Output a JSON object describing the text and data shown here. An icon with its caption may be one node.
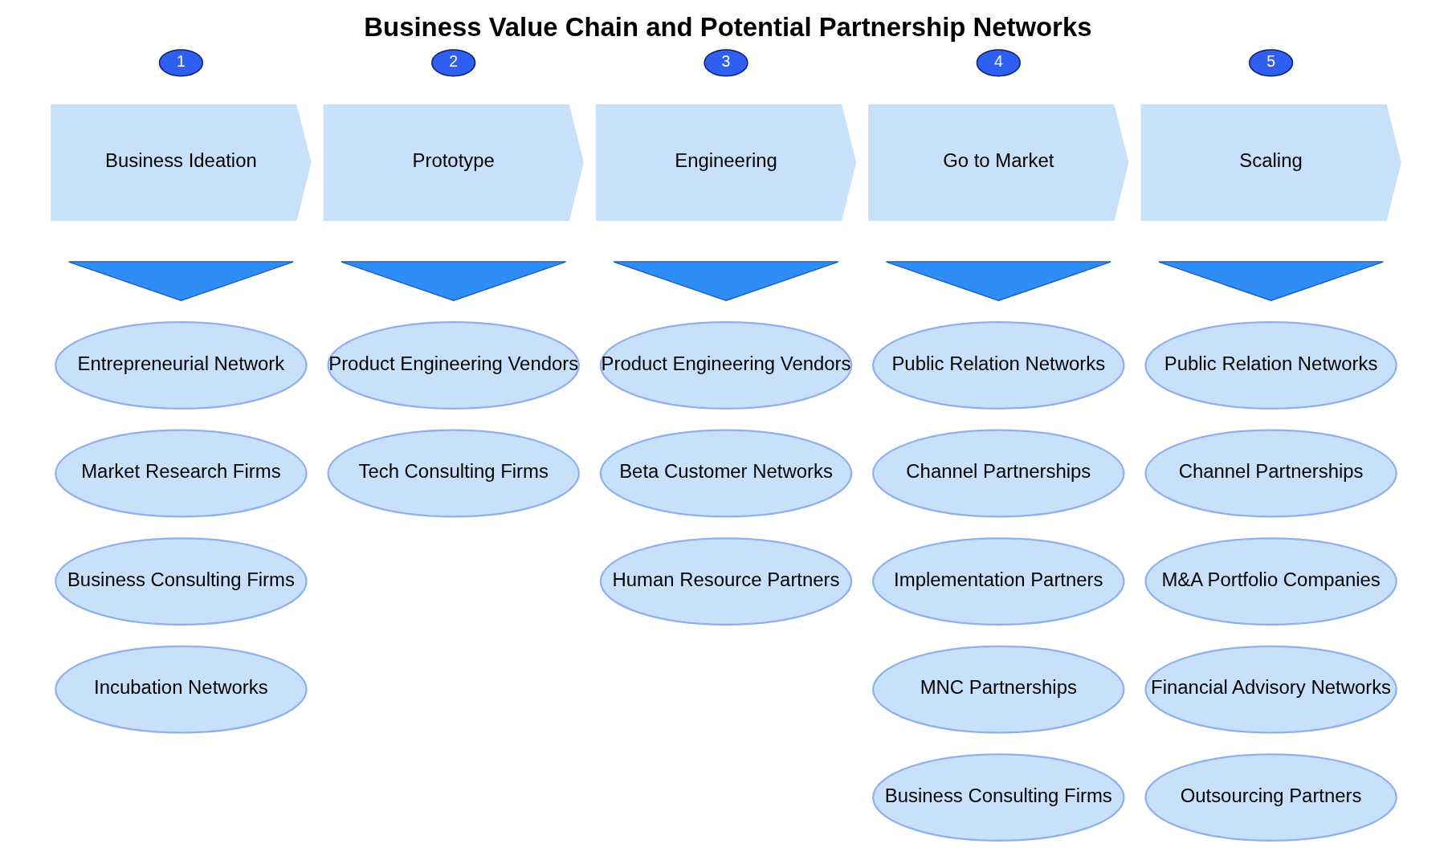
{
  "diagram": {
    "title": "Business Value Chain and Potential Partnership Networks",
    "nodes": [
      {
        "text": [
          "1"
        ]
      },
      {
        "text": [
          "Business Ideation"
        ]
      },
      {
        "text": [
          "2"
        ]
      },
      {
        "text": [
          "Prototype"
        ]
      },
      {
        "text": [
          "3"
        ]
      },
      {
        "text": [
          "Engineering"
        ]
      },
      {
        "text": [
          "4"
        ]
      },
      {
        "text": [
          "Go to Market"
        ]
      },
      {
        "text": [
          "5"
        ]
      },
      {
        "text": [
          "Scaling"
        ]
      },
      {
        "text": [],
        "shape": "triangle"
      },
      {
        "text": [],
        "shape": "triangle"
      },
      {
        "text": [],
        "shape": "triangle"
      },
      {
        "text": [],
        "shape": "triangle"
      },
      {
        "text": [],
        "shape": "triangle"
      },
      {
        "text": [
          "Entrepreneurial Network"
        ]
      },
      {
        "text": [
          "Product Engineering Vendors"
        ]
      },
      {
        "text": [
          "Product Engineering Vendors"
        ]
      },
      {
        "text": [
          "Public Relation Networks"
        ]
      },
      {
        "text": [
          "Public Relation Networks"
        ]
      },
      {
        "text": [
          "Market Research Firms"
        ]
      },
      {
        "text": [
          "Tech Consulting Firms"
        ]
      },
      {
        "text": [
          "Beta Customer Networks"
        ]
      },
      {
        "text": [
          "Channel Partnerships"
        ]
      },
      {
        "text": [
          "Channel Partnerships"
        ]
      },
      {
        "text": [
          "Business Consulting Firms"
        ]
      },
      {
        "text": [
          "Human Resource Partners"
        ]
      },
      {
        "text": [
          "Implementation Partners"
        ]
      },
      {
        "text": [
          "M&A Portfolio Companies"
        ]
      },
      {
        "text": [
          "Incubation Networks"
        ]
      },
      {
        "text": [
          "MNC Partnerships"
        ]
      },
      {
        "text": [
          "Financial Advisory Networks"
        ]
      },
      {
        "text": [
          "Business Consulting Firms"
        ]
      },
      {
        "text": [
          "Outsourcing Partners"
        ]
      }
    ],
    "edges": []
  }
}
